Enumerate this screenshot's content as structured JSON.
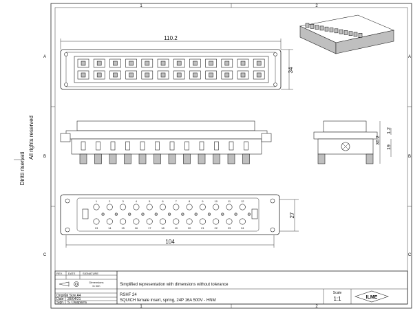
{
  "frame": {
    "col_labels": [
      "1",
      "2"
    ],
    "row_labels": [
      "A",
      "B",
      "C"
    ]
  },
  "side_notes": {
    "rights": "All rights reserved",
    "rights_it": "Diritti riservati"
  },
  "dimensions": {
    "top_width": "110.2",
    "top_height": "34",
    "side_height": "36.2",
    "side_small": "1.2",
    "side_right": "19",
    "face_width": "104",
    "face_height": "27"
  },
  "contacts": {
    "top_row": [
      "1",
      "2",
      "3",
      "4",
      "5",
      "6",
      "7",
      "8",
      "9",
      "10",
      "11",
      "12"
    ],
    "bottom_row": [
      "13",
      "14",
      "15",
      "16",
      "17",
      "18",
      "19",
      "20",
      "21",
      "22",
      "23",
      "24"
    ]
  },
  "title_block": {
    "rev_label": "REV.",
    "date_label": "DATE",
    "signature_label": "SIGNATURE",
    "dimensions_label": "Dimensions",
    "units_label": "in mm",
    "original_size": "Original Size A4",
    "date_key": "Date",
    "date_value": "28/04/21",
    "sign_key": "Sign.",
    "sign_value": "S. Diasparra",
    "note": "Simplified representation with dimensions without tolerance",
    "code": "RSHF 24",
    "description": "SQUICH female insert, spring, 24P 16A 500V - HNM",
    "scale_label": "Scale",
    "scale_value": "1:1",
    "logo_text": "ILME"
  }
}
